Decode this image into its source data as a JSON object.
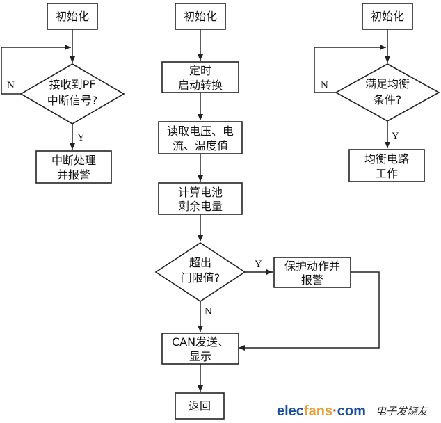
{
  "left": {
    "init": "初始化",
    "decision": [
      "接收到PF",
      "中断信号?"
    ],
    "no": "N",
    "yes": "Y",
    "action": [
      "中断处理",
      "并报警"
    ]
  },
  "middle": {
    "init": "初始化",
    "step1": [
      "定时",
      "启动转换"
    ],
    "step2": [
      "读取电压、电",
      "流、温度值"
    ],
    "step3": [
      "计算电池",
      "剩余电量"
    ],
    "decision": [
      "超出",
      "门限值?"
    ],
    "yes": "Y",
    "no": "N",
    "protect": [
      "保护动作并",
      "报警"
    ],
    "send": [
      "CAN发送、",
      "显示"
    ],
    "ret": "返回"
  },
  "right": {
    "init": "初始化",
    "decision": [
      "满足均衡",
      "条件?"
    ],
    "no": "N",
    "yes": "Y",
    "action": [
      "均衡电路",
      "工作"
    ]
  },
  "watermark": {
    "site": "elecfans",
    "dotcom": "com",
    "cn": "电子发烧友",
    "colors": {
      "elec": "#1a4f9c",
      "fans": "#e8a23a",
      "dot": "#d23b2a",
      "cn": "#2b2b2b"
    }
  }
}
